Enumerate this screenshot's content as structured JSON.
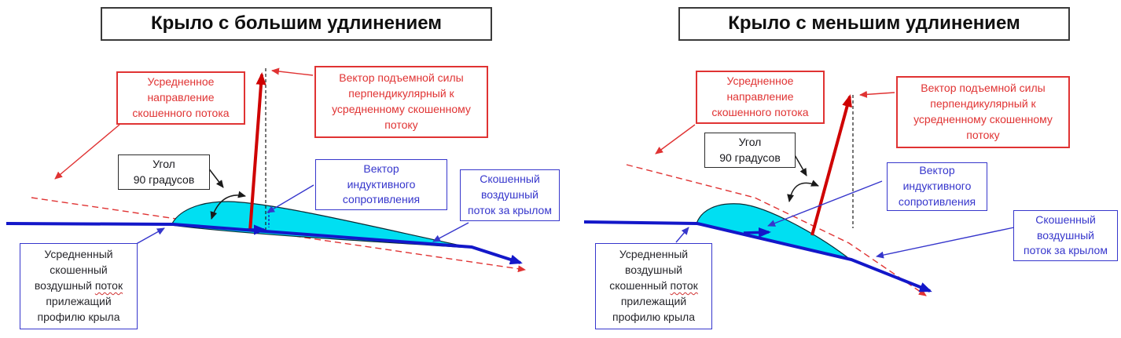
{
  "colors": {
    "red_label": "#e03333",
    "lift_vector_red": "#cf0000",
    "flow_blue": "#1317c9",
    "blue_label": "#3636cc",
    "airfoil_fill": "#00dff2",
    "dark_text": "#26262b",
    "black_arrow": "#1a1a1a"
  },
  "panels": [
    {
      "title": "Крыло с большим удлинением",
      "boxes": {
        "avg_direction": {
          "lines": [
            "Усредненное",
            "направление",
            "скошенного потока"
          ]
        },
        "lift_vector": {
          "lines": [
            "Вектор подъемной силы",
            "перпендикулярный к",
            "усредненному скошенному",
            "потоку"
          ]
        },
        "angle": {
          "lines": [
            "Угол",
            "90 градусов"
          ]
        },
        "induced_drag": {
          "lines": [
            "Вектор",
            "индуктивного",
            "сопротивления"
          ]
        },
        "downwash_behind": {
          "lines": [
            "Скошенный",
            "воздушный",
            "поток за крылом"
          ]
        },
        "avg_flow_profile": {
          "l1": "Усредненный",
          "l2": "скошенный",
          "l3a": "воздушный ",
          "l3_misspelled_word": "поток",
          "l4": "прилежащий",
          "l5": "профилю крыла"
        }
      }
    },
    {
      "title": "Крыло с меньшим удлинением",
      "boxes": {
        "avg_direction": {
          "lines": [
            "Усредненное",
            "направление",
            "скошенного потока"
          ]
        },
        "lift_vector": {
          "lines": [
            "Вектор подъемной силы",
            "перпендикулярный к",
            "усредненному скошенному",
            "потоку"
          ]
        },
        "angle": {
          "lines": [
            "Угол",
            "90 градусов"
          ]
        },
        "induced_drag": {
          "lines": [
            "Вектор",
            "индуктивного",
            "сопротивления"
          ]
        },
        "downwash_behind": {
          "lines": [
            "Скошенный",
            "воздушный",
            "поток за крылом"
          ]
        },
        "avg_flow_profile": {
          "l1": "Усредненный",
          "l2": "воздушный",
          "l3a": "скошенный ",
          "l3_misspelled_word": "поток",
          "l4": "прилежащий",
          "l5": "профилю крыла"
        }
      }
    }
  ]
}
